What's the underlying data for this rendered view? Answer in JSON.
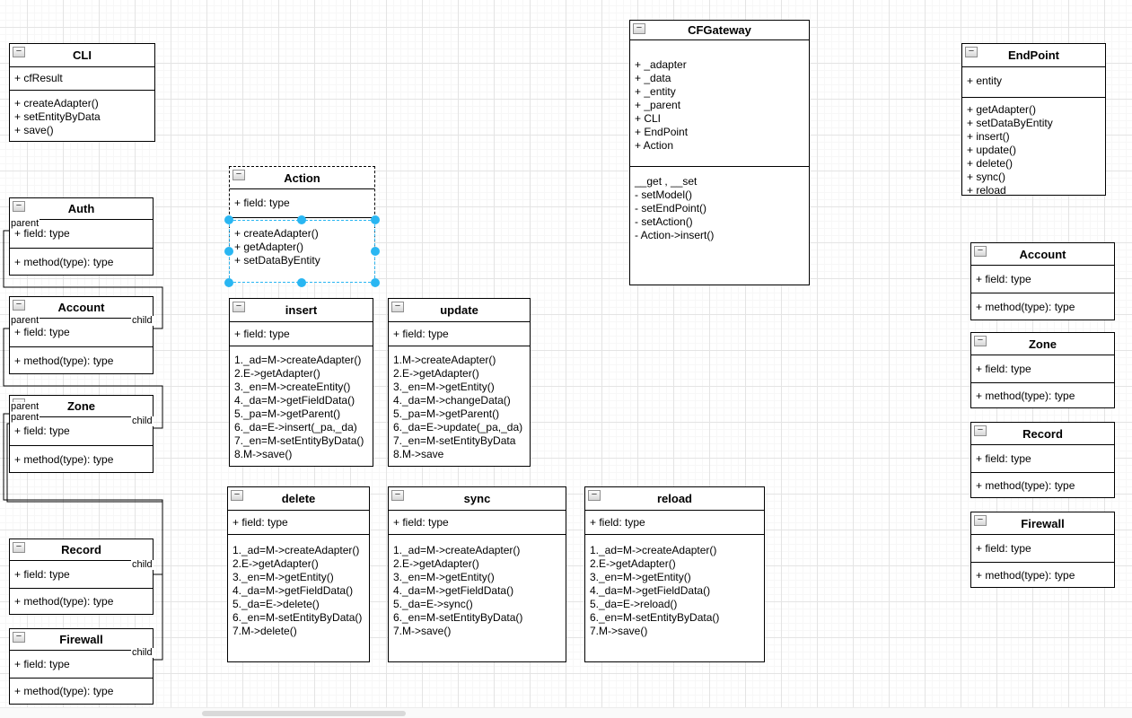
{
  "icons": {
    "collapse": "−"
  },
  "edges": {
    "parent_label": "parent",
    "child_label": "child"
  },
  "selection": {
    "color": "#29b6f2"
  },
  "classes": {
    "cli": {
      "title": "CLI",
      "attrs": [
        "+ cfResult"
      ],
      "methods": [
        "+ createAdapter()",
        "+ setEntityByData",
        "+ save()"
      ]
    },
    "auth": {
      "title": "Auth",
      "attrs": [
        "+ field: type"
      ],
      "methods": [
        "+ method(type): type"
      ]
    },
    "account_left": {
      "title": "Account",
      "attrs": [
        "+ field: type"
      ],
      "methods": [
        "+ method(type): type"
      ]
    },
    "zone_left": {
      "title": "Zone",
      "attrs": [
        "+ field: type"
      ],
      "methods": [
        "+ method(type): type"
      ]
    },
    "record_left": {
      "title": "Record",
      "attrs": [
        "+ field: type"
      ],
      "methods": [
        "+ method(type): type"
      ]
    },
    "firewall_left": {
      "title": "Firewall",
      "attrs": [
        "+ field: type"
      ],
      "methods": [
        "+ method(type): type"
      ]
    },
    "action": {
      "title": "Action",
      "attrs": [
        "+ field: type"
      ],
      "methods": [
        "+ createAdapter()",
        "+ getAdapter()",
        "+ setDataByEntity"
      ]
    },
    "insert": {
      "title": "insert",
      "attrs": [
        "+ field: type"
      ],
      "methods": [
        "1._ad=M->createAdapter()",
        "2.E->getAdapter()",
        "3._en=M->createEntity()",
        "4._da=M->getFieldData()",
        "5._pa=M->getParent()",
        "6._da=E->insert(_pa,_da)",
        "7._en=M-setEntityByData()",
        "8.M->save()"
      ]
    },
    "update": {
      "title": "update",
      "attrs": [
        "+ field: type"
      ],
      "methods": [
        "1.M->createAdapter()",
        "2.E->getAdapter()",
        "3._en=M->getEntity()",
        "4._da=M->changeData()",
        "5._pa=M->getParent()",
        "6._da=E->update(_pa,_da)",
        "7._en=M-setEntityByData",
        "8.M->save"
      ]
    },
    "delete": {
      "title": "delete",
      "attrs": [
        "+ field: type"
      ],
      "methods": [
        "1._ad=M->createAdapter()",
        "2.E->getAdapter()",
        "3._en=M->getEntity()",
        "4._da=M->getFieldData()",
        "5._da=E->delete()",
        "6._en=M-setEntityByData()",
        "7.M->delete()"
      ]
    },
    "sync": {
      "title": "sync",
      "attrs": [
        "+ field: type"
      ],
      "methods": [
        "1._ad=M->createAdapter()",
        "2.E->getAdapter()",
        "3._en=M->getEntity()",
        "4._da=M->getFieldData()",
        "5._da=E->sync()",
        "6._en=M-setEntityByData()",
        "7.M->save()"
      ]
    },
    "reload": {
      "title": "reload",
      "attrs": [
        "+ field: type"
      ],
      "methods": [
        "1._ad=M->createAdapter()",
        "2.E->getAdapter()",
        "3._en=M->getEntity()",
        "4._da=M->getFieldData()",
        "5._da=E->reload()",
        "6._en=M-setEntityByData()",
        "7.M->save()"
      ]
    },
    "cfgateway": {
      "title": "CFGateway",
      "attrs": [
        "+ _adapter",
        "+ _data",
        "+ _entity",
        "+ _parent",
        "+ CLI",
        "+ EndPoint",
        "+ Action"
      ],
      "methods": [
        "__get , __set",
        "- setModel()",
        "- setEndPoint()",
        "- setAction()",
        "- Action->insert()"
      ]
    },
    "endpoint": {
      "title": "EndPoint",
      "attrs": [
        "+ entity"
      ],
      "methods": [
        "+ getAdapter()",
        "+ setDataByEntity",
        "+ insert()",
        "+ update()",
        "+ delete()",
        "+ sync()",
        "+ reload"
      ]
    },
    "account_right": {
      "title": "Account",
      "attrs": [
        "+ field: type"
      ],
      "methods": [
        "+ method(type): type"
      ]
    },
    "zone_right": {
      "title": "Zone",
      "attrs": [
        "+ field: type"
      ],
      "methods": [
        "+ method(type): type"
      ]
    },
    "record_right": {
      "title": "Record",
      "attrs": [
        "+ field: type"
      ],
      "methods": [
        "+ method(type): type"
      ]
    },
    "firewall_right": {
      "title": "Firewall",
      "attrs": [
        "+ field: type"
      ],
      "methods": [
        "+ method(type): type"
      ]
    }
  }
}
